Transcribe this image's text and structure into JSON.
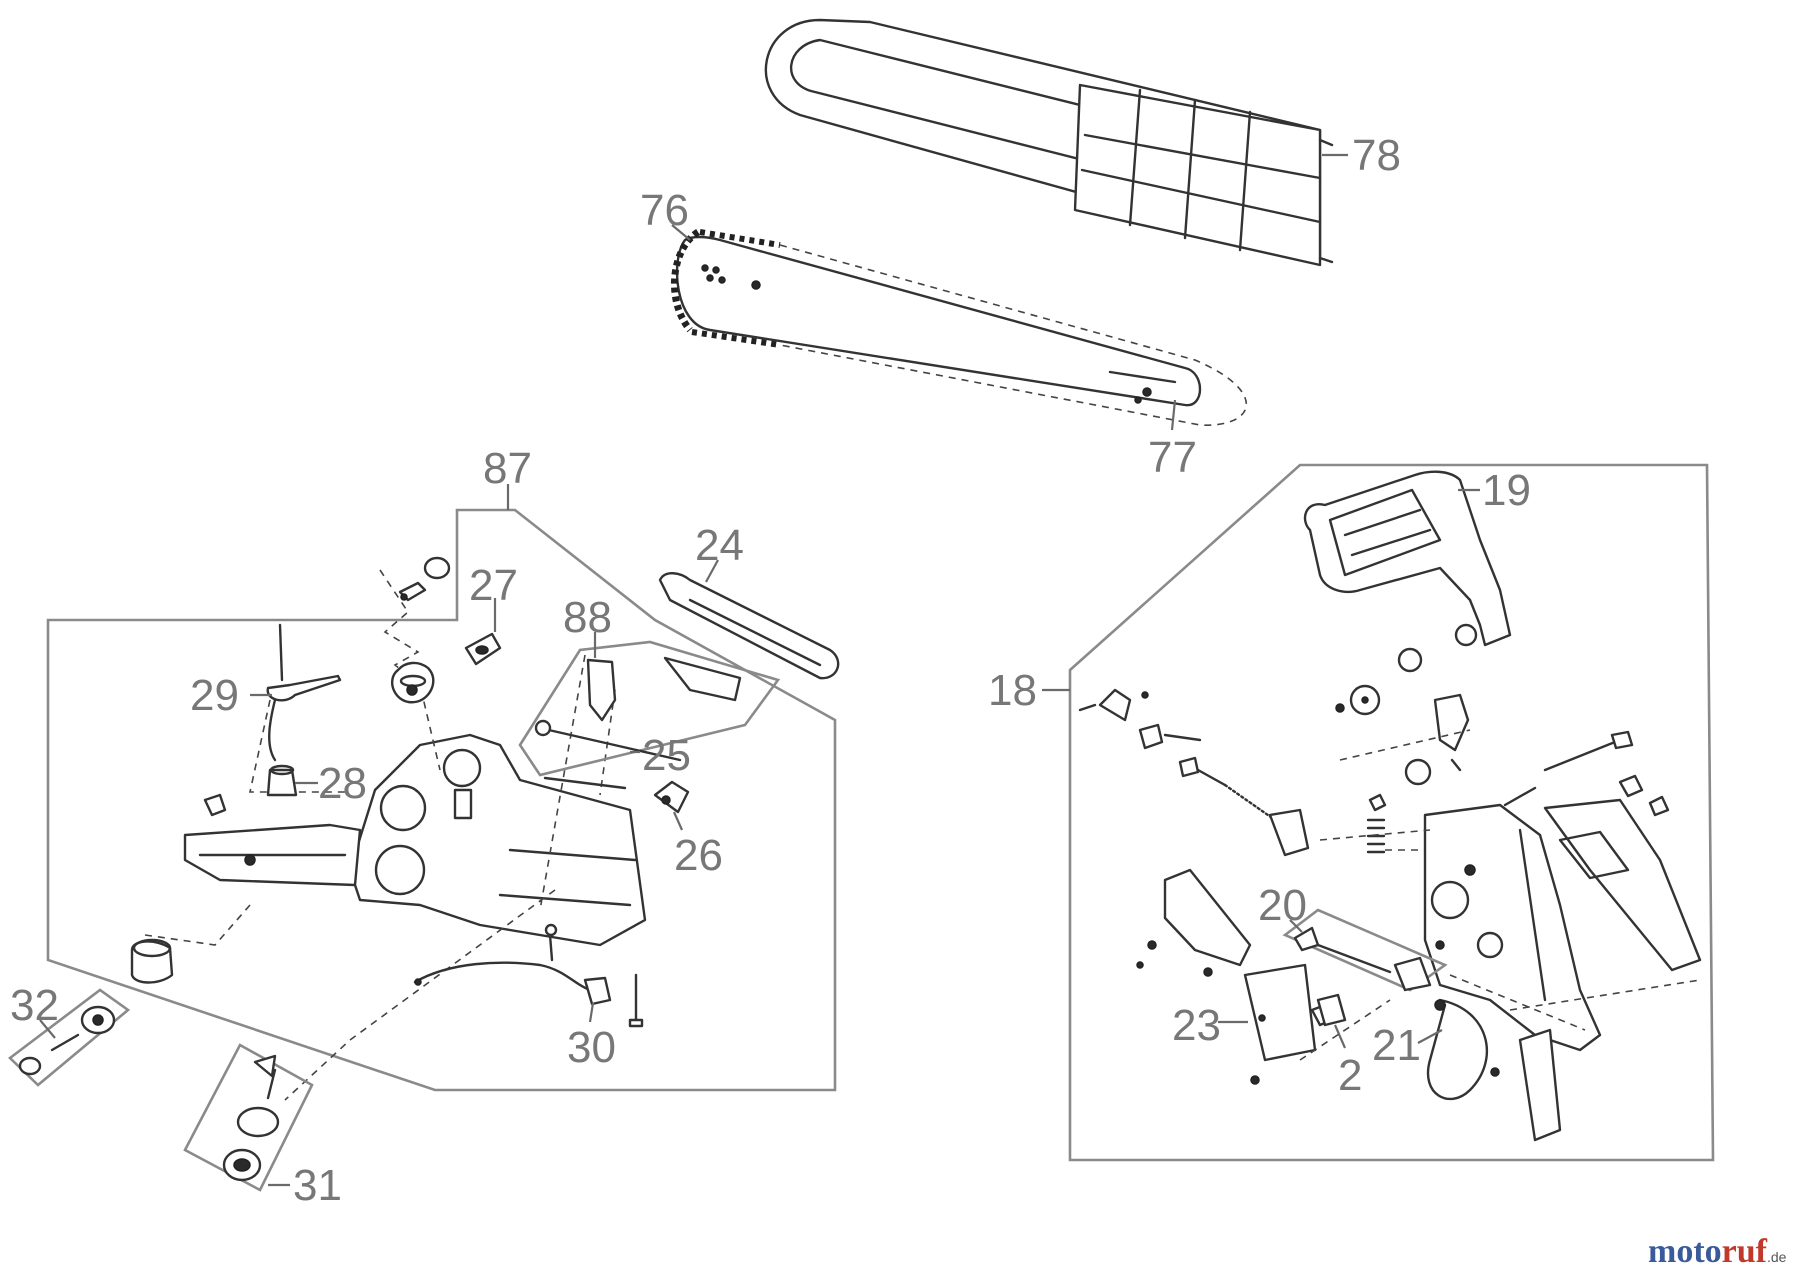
{
  "diagram": {
    "callouts": {
      "p78": "78",
      "p76": "76",
      "p77": "77",
      "p87": "87",
      "p24": "24",
      "p27": "27",
      "p88": "88",
      "p29": "29",
      "p28": "28",
      "p25": "25",
      "p26": "26",
      "p30": "30",
      "p32": "32",
      "p31": "31",
      "p19": "19",
      "p18": "18",
      "p20": "20",
      "p23": "23",
      "p2": "2",
      "p21": "21"
    },
    "colors": {
      "label": "#777777",
      "line": "#333333",
      "frame": "#8a8a8a"
    }
  },
  "watermark": {
    "word_a": "moto",
    "word_b": "ruf",
    "tld": ".de",
    "color_a": "#3a5a9a",
    "color_b": "#c0392b"
  }
}
